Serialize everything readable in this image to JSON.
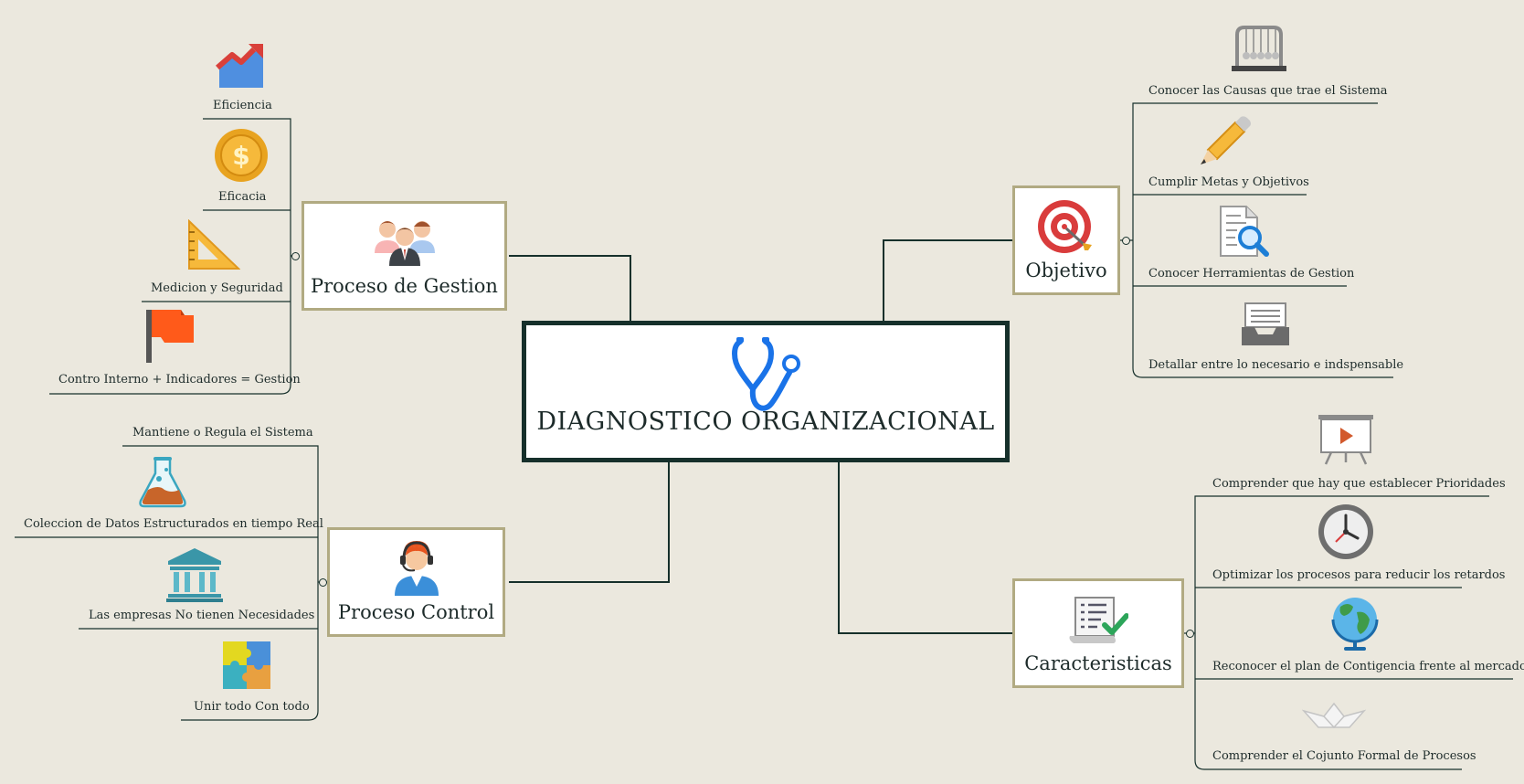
{
  "central": {
    "title": "DIAGNOSTICO ORGANIZACIONAL",
    "icon": "stethoscope-icon"
  },
  "colors": {
    "background": "#ebe8de",
    "line": "#16302b",
    "branch_border": "#b1aa82",
    "stethoscope": "#1a73e8"
  },
  "branches": {
    "gestion": {
      "title": "Proceso de Gestion",
      "icon": "team-icon",
      "items": [
        {
          "label": "Eficiencia",
          "icon": "growth-chart-icon"
        },
        {
          "label": "Eficacia",
          "icon": "dollar-coin-icon"
        },
        {
          "label": "Medicion y Seguridad",
          "icon": "set-square-icon"
        },
        {
          "label": "Contro Interno + Indicadores = Gestion",
          "icon": "flag-icon"
        }
      ]
    },
    "control": {
      "title": "Proceso Control",
      "icon": "headset-operator-icon",
      "items": [
        {
          "label": "Mantiene o Regula el Sistema",
          "icon": ""
        },
        {
          "label": "Coleccion de Datos Estructurados en tiempo Real",
          "icon": "flask-icon"
        },
        {
          "label": "Las empresas No tienen Necesidades",
          "icon": "bank-icon"
        },
        {
          "label": "Unir todo Con todo",
          "icon": "puzzle-icon"
        }
      ]
    },
    "objetivo": {
      "title": "Objetivo",
      "icon": "target-icon",
      "items": [
        {
          "label": "Conocer las Causas que trae el Sistema",
          "icon": "newtons-cradle-icon"
        },
        {
          "label": "Cumplir Metas y Objetivos",
          "icon": "pencil-icon"
        },
        {
          "label": "Conocer Herramientas de Gestion",
          "icon": "document-search-icon"
        },
        {
          "label": "Detallar entre lo necesario e indspensable",
          "icon": "inbox-tray-icon"
        }
      ]
    },
    "caracteristicas": {
      "title": "Caracteristicas",
      "icon": "checklist-scroll-icon",
      "items": [
        {
          "label": "Comprender que hay que establecer Prioridades",
          "icon": "presentation-board-icon"
        },
        {
          "label": "Optimizar los procesos para reducir los retardos",
          "icon": "clock-icon"
        },
        {
          "label": "Reconocer el plan de Contigencia frente al mercado",
          "icon": "globe-icon"
        },
        {
          "label": "Comprender el Cojunto Formal de Procesos",
          "icon": "paper-boat-icon"
        }
      ]
    }
  }
}
